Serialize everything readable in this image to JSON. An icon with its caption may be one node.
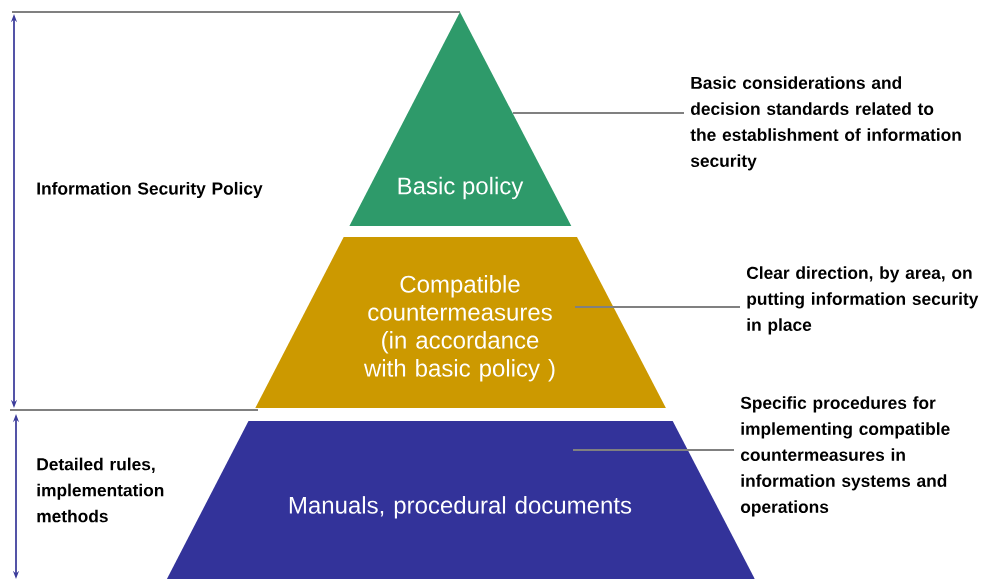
{
  "diagram": {
    "nodes": [
      {
        "text": [
          "Basic policy"
        ]
      },
      {
        "text": [
          "Compatible countermeasures (in accordance with basic policy )"
        ]
      },
      {
        "text": [
          "Manuals, procedural documents"
        ]
      },
      {
        "text": [
          "Basic considerations and decision standards related to the establishment of information security"
        ]
      },
      {
        "text": [
          "Clear direction, by area, on putting information security in place"
        ]
      },
      {
        "text": [
          "Specific procedures for implementing compatible countermeasures in information systems and operations"
        ]
      }
    ],
    "edges": [
      {
        "from": 3,
        "to": 0,
        "arrow": "none"
      },
      {
        "from": 4,
        "to": 1,
        "arrow": "none"
      },
      {
        "from": 5,
        "to": 2,
        "arrow": "none"
      }
    ],
    "labels": [
      "Information Security Policy",
      "Detailed rules, implementation methods"
    ]
  }
}
